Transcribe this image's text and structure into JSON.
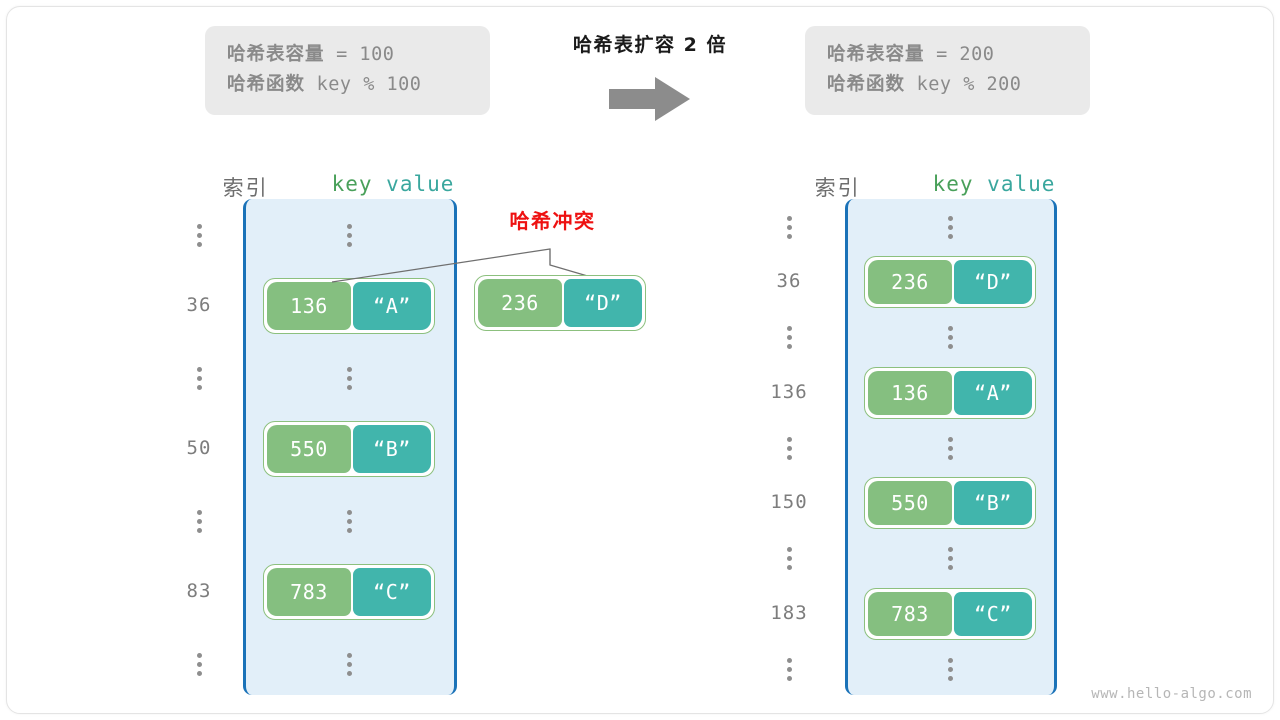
{
  "header": {
    "left_box": {
      "capacity_label": "哈希表容量",
      "capacity_expr": " = 100",
      "function_label": "哈希函数",
      "function_expr": " key % 100"
    },
    "right_box": {
      "capacity_label": "哈希表容量",
      "capacity_expr": " = 200",
      "function_label": "哈希函数",
      "function_expr": " key % 200"
    },
    "center_title": "哈希表扩容 2 倍",
    "arrow_icon": "arrow-right-icon"
  },
  "left_table": {
    "head_index": "索引",
    "head_key": "key",
    "head_value": "value",
    "rows": [
      {
        "index": "⋮",
        "type": "ellipsis"
      },
      {
        "index": "36",
        "type": "entry",
        "key": "136",
        "value": "“A”"
      },
      {
        "index": "⋮",
        "type": "ellipsis"
      },
      {
        "index": "50",
        "type": "entry",
        "key": "550",
        "value": "“B”"
      },
      {
        "index": "⋮",
        "type": "ellipsis"
      },
      {
        "index": "83",
        "type": "entry",
        "key": "783",
        "value": "“C”"
      },
      {
        "index": "⋮",
        "type": "ellipsis"
      }
    ]
  },
  "right_table": {
    "head_index": "索引",
    "head_key": "key",
    "head_value": "value",
    "rows": [
      {
        "index": "⋮",
        "type": "ellipsis"
      },
      {
        "index": "36",
        "type": "entry",
        "key": "236",
        "value": "“D”"
      },
      {
        "index": "⋮",
        "type": "ellipsis"
      },
      {
        "index": "136",
        "type": "entry",
        "key": "136",
        "value": "“A”"
      },
      {
        "index": "⋮",
        "type": "ellipsis"
      },
      {
        "index": "150",
        "type": "entry",
        "key": "550",
        "value": "“B”"
      },
      {
        "index": "⋮",
        "type": "ellipsis"
      },
      {
        "index": "183",
        "type": "entry",
        "key": "783",
        "value": "“C”"
      },
      {
        "index": "⋮",
        "type": "ellipsis"
      }
    ]
  },
  "collision": {
    "label": "哈希冲突",
    "pair": {
      "key": "236",
      "value": "“D”"
    }
  },
  "watermark": "www.hello-algo.com",
  "colors": {
    "key_cell": "#85bf80",
    "value_cell": "#41b5ac",
    "bucket_fill": "#e2eff9",
    "bucket_border": "#1a72b8",
    "collision_red": "#ee1111",
    "info_box_bg": "#eaeaea",
    "muted_text": "#7d7d7d"
  }
}
